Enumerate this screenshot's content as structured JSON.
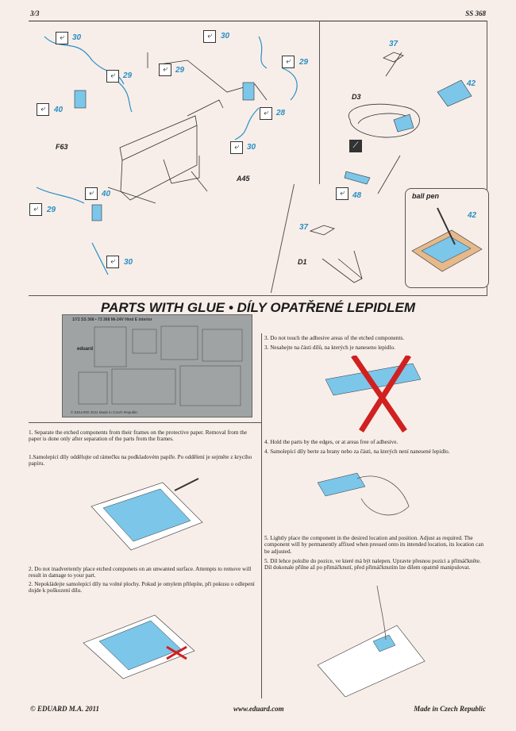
{
  "header": {
    "page": "3/3",
    "code": "SS 368"
  },
  "callouts": {
    "c30a": "30",
    "c30b": "30",
    "c30c": "30",
    "c30d": "30",
    "c29a": "29",
    "c29b": "29",
    "c29c": "29",
    "c29d": "29",
    "c40a": "40",
    "c40b": "40",
    "c28": "28",
    "c37a": "37",
    "c37b": "37",
    "c42a": "42",
    "c42b": "42",
    "c48": "48"
  },
  "part_labels": {
    "f63": "F63",
    "a45": "A45",
    "d3": "D3",
    "d1": "D1"
  },
  "ballpen": "ball pen",
  "title": "PARTS WITH GLUE  •  DÍLY OPATŘENÉ LEPIDLEM",
  "fret": {
    "top": "1/72    SS 368 • 73 368  Mi-24V  Hind E interior",
    "bottom": "© EDUARD 2011        Made in Czech Republic",
    "brand": "eduard"
  },
  "steps": {
    "s1": "1. Separate the etched components from their frames on the protective paper. Removal from the paper is done only after separation of the parts from the frames.",
    "s1cz": "1.Samolepící díly oddělujte od rámečku na podkladovém papíře. Po oddělení je sejměte z krycího papíru.",
    "s2": "2. Do not inadvertently place etched componets on an unwanted surface. Attempts  to remove will result in damage to your part.",
    "s2cz": "2. Nepokládejte samolepící díly na volné plochy. Pokud je omylem přilepíte, při pokusu o odlepení dojde k poškození dílu.",
    "s3": "3. Do not touch the adhesive areas of the etched components.",
    "s3cz": "3. Nesahejte na části dílů, na kterých je naneseno lepidlo.",
    "s4": "4. Hold the parts by the edges, or at areas free of adhesive.",
    "s4cz": "4. Samolepící díly berte za brany nebo za části, na kterých není nanesené lepidlo.",
    "s5": "5. Lightly place the component in the desired location and position. Adjust as required. The component will by permanently affixed when pressed onto its intended location, its location can be adjusted.",
    "s5cz": "5. Díl lehce položte do pozice, ve které má být nalepen. Upravte přesnou pozici a přimáčkněte. Díl dokonale přilne až po přimáčknutí, před přimáčknutím lze dílem opatrně manipulovat."
  },
  "footer": {
    "copy": "© EDUARD  M.A. 2011",
    "web": "www.eduard.com",
    "made": "Made in Czech Republic"
  },
  "colors": {
    "accent": "#2a8fc5",
    "part_fill": "#7cc6ea",
    "background": "#f7eee9"
  }
}
